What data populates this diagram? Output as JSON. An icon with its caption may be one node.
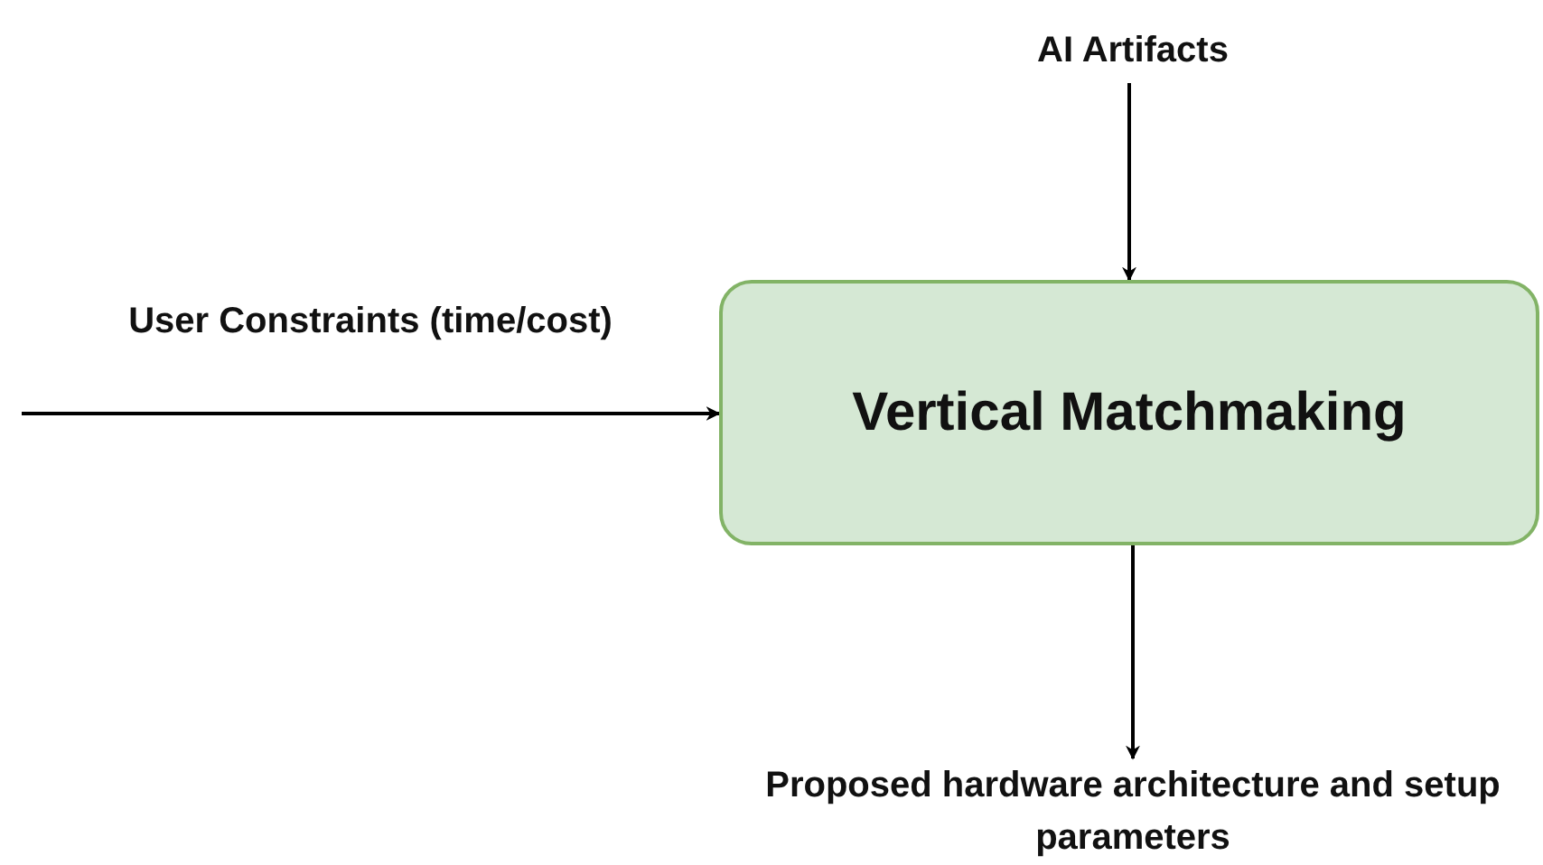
{
  "diagram": {
    "nodes": [
      {
        "text": [
          "AI Artifacts"
        ]
      },
      {
        "text": [
          "Vertical Matchmaking"
        ]
      },
      {
        "text": [
          "Proposed hardware architecture and setup parameters"
        ]
      }
    ],
    "edges": [
      {
        "from": 0,
        "to": 1,
        "arrow": "to"
      },
      {
        "from": null,
        "to": 1,
        "arrow": "to",
        "label": "User Constraints (time/cost)"
      },
      {
        "from": 1,
        "to": 2,
        "arrow": "to"
      }
    ]
  }
}
